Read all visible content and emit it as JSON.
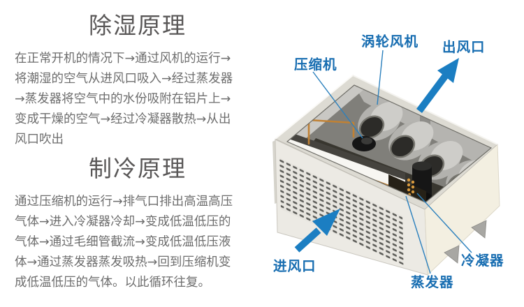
{
  "page": {
    "background": "#ffffff",
    "language": "zh-CN"
  },
  "sections": [
    {
      "title": "除湿原理",
      "lines": [
        "在正常开机的情况下→通过风机的运行→",
        "将潮湿的空气从进风口吸入→经过蒸发器",
        "→蒸发器将空气中的水份吸附在铝片上→",
        "变成干燥的空气→经过冷凝器散热→从出",
        "风口吹出"
      ]
    },
    {
      "title": "制冷原理",
      "lines": [
        "通过压缩机的运行→排气口排出高温高压",
        "气体→进入冷凝器冷却→变成低温低压的",
        "气体→通过毛细管截流→变成低温低压液",
        "体→通过蒸发器蒸发吸热→回到压缩机变",
        "成低温低压的气体。以此循环往复。"
      ]
    }
  ],
  "diagram": {
    "labels": {
      "compressor": "压缩机",
      "turbine_fan": "涡轮风机",
      "air_outlet": "出风口",
      "air_inlet": "进风口",
      "evaporator": "蒸发器",
      "condenser": "冷凝器"
    },
    "colors": {
      "label_blue": "#176db1",
      "arrow_blue": "#1b7ec2",
      "title_gray": "#595757",
      "body_gray": "#6d6d6d",
      "box_cream": "#f3efe1",
      "grille_gray": "#e7e5df",
      "copper_tube": "#c08134"
    }
  }
}
